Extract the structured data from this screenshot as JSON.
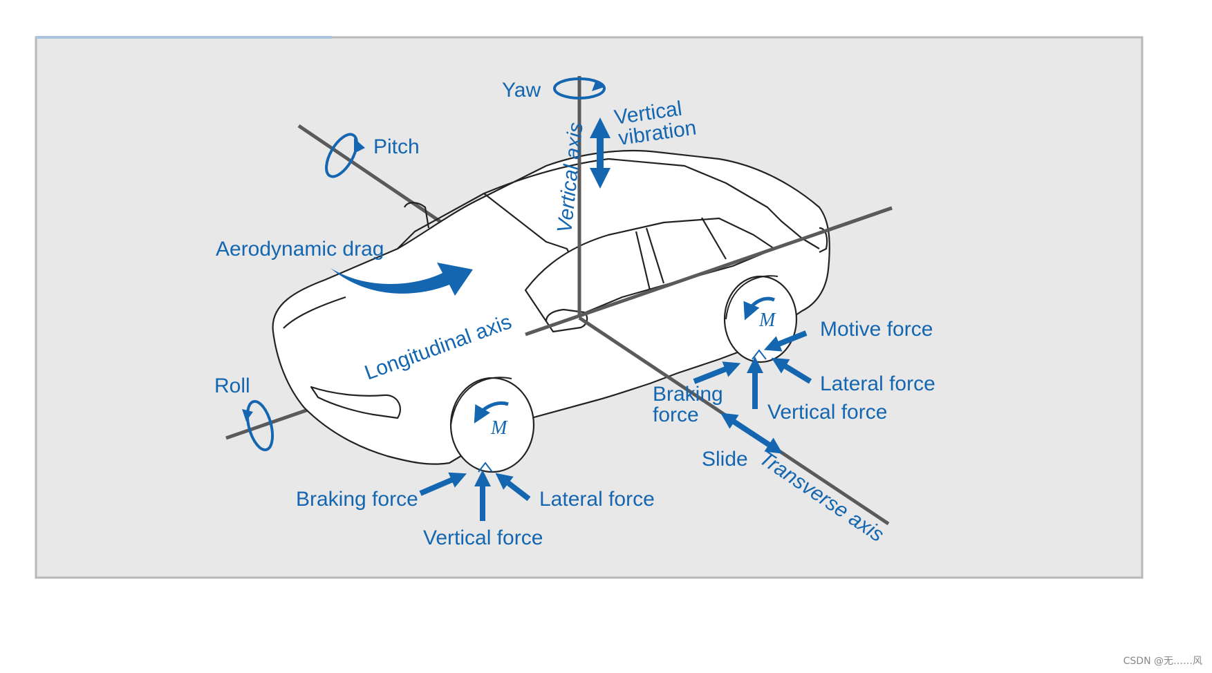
{
  "labels": {
    "yaw": "Yaw",
    "vertical_vibration_line1": "Vertical",
    "vertical_vibration_line2": "vibration",
    "vertical_axis": "Vertical axis",
    "pitch": "Pitch",
    "aerodynamic_drag": "Aerodynamic drag",
    "longitudinal_axis": "Longitudinal axis",
    "roll": "Roll",
    "motive_force": "Motive force",
    "lateral_force_rear": "Lateral force",
    "braking_force_rear_line1": "Braking",
    "braking_force_rear_line2": "force",
    "vertical_force_rear": "Vertical force",
    "slide": "Slide",
    "transverse_axis": "Transverse axis",
    "braking_force_front": "Braking force",
    "lateral_force_front": "Lateral force",
    "vertical_force_front": "Vertical force",
    "moment_front": "M",
    "moment_rear": "M"
  },
  "watermark": "CSDN @无……风",
  "colors": {
    "accent": "#1466b0",
    "axis": "#5a5a5a",
    "panel": "#e8e8e8",
    "outline": "#222222"
  }
}
